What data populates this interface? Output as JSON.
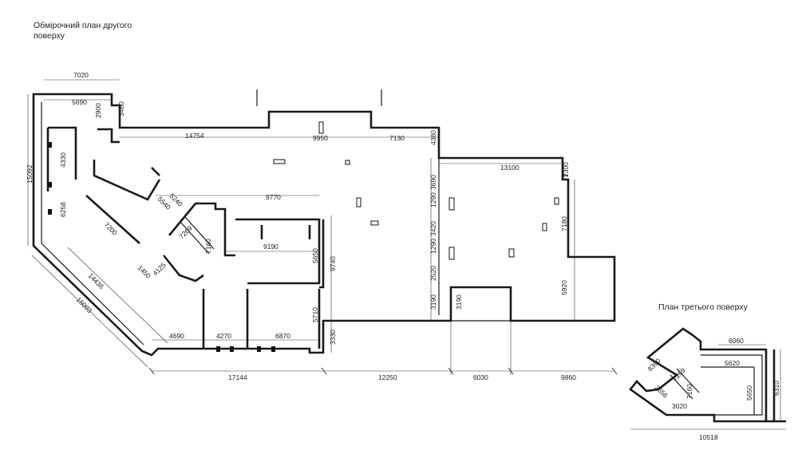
{
  "titles": {
    "second_floor": "Обмірочний план другого поверху",
    "third_floor": "План третього поверху"
  },
  "dimensions_second_floor": {
    "top_left_width": "7020",
    "top_left_inner": "5690",
    "upper_small_1": "2900",
    "upper_small_2": "3460",
    "top_long": "14754",
    "top_mid": "9950",
    "top_right": "7130",
    "step_right": "4380",
    "right_wing": "13100",
    "right_small": "2300",
    "left_height": "15092",
    "left_upper": "4330",
    "left_lower": "6258",
    "diag_1": "5540",
    "diag_2": "5240",
    "diag_long": "7200",
    "diag_outer_1": "14436",
    "diag_outer_2": "15003",
    "small_1450": "1450",
    "small_4125": "4125",
    "stair_a": "7269",
    "stair_b": "7160",
    "inner_width_1": "9770",
    "inner_width_2": "9190",
    "inner_h_1": "5650",
    "inner_h_2": "9740",
    "inner_h_3": "5710",
    "bottom_inner_1": "4690",
    "bottom_inner_2": "4270",
    "bottom_inner_3": "6870",
    "small_3330": "3330",
    "wing_v_1": "3690",
    "wing_v_2": "1290",
    "wing_v_3": "3420",
    "wing_v_4": "1290",
    "wing_v_5": "2520",
    "wing_v_6": "3190",
    "wing_v_7": "3190",
    "right_h_1": "7180",
    "right_h_2": "5920",
    "bottom_1": "17144",
    "bottom_2": "12250",
    "bottom_3": "6030",
    "bottom_4": "9860"
  },
  "dimensions_third_floor": {
    "d_8390": "8390",
    "d_6060": "6060",
    "d_5620": "5620",
    "d_7269": "7269",
    "d_7160": "7160",
    "d_2656": "2656",
    "d_5650": "5650",
    "d_6310": "6310",
    "d_3020": "3020",
    "d_10518": "10518"
  }
}
